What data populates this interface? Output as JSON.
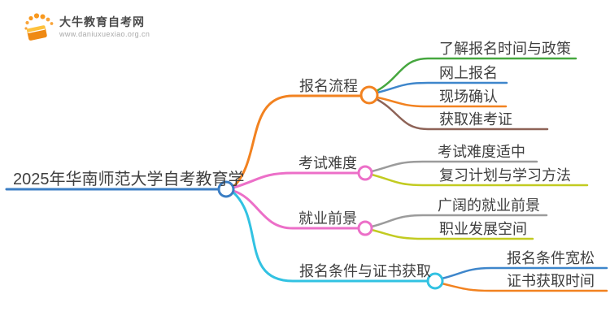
{
  "logo": {
    "title": "大牛教育自考网",
    "url": "www.daniuxuexiao.org.cn",
    "icon": "book-icon",
    "brand_color": "#f7941d"
  },
  "mindmap": {
    "root": {
      "label": "2025年华南师范大学自考教育学",
      "color": "#3b7ec4"
    },
    "branches": [
      {
        "label": "报名流程",
        "color": "#f28220",
        "children": [
          {
            "label": "了解报名时间与政策",
            "color": "#46a73f"
          },
          {
            "label": "网上报名",
            "color": "#3e86cb"
          },
          {
            "label": "现场确认",
            "color": "#f28220"
          },
          {
            "label": "获取准考证",
            "color": "#8e6357"
          }
        ]
      },
      {
        "label": "考试难度",
        "color": "#ec6fc8",
        "children": [
          {
            "label": "考试难度适中",
            "color": "#9b9b9b"
          },
          {
            "label": "复习计划与学习方法",
            "color": "#c2cb21"
          }
        ]
      },
      {
        "label": "就业前景",
        "color": "#ec6fc8",
        "children": [
          {
            "label": "广阔的就业前景",
            "color": "#9b9b9b"
          },
          {
            "label": "职业发展空间",
            "color": "#c2cb21"
          }
        ]
      },
      {
        "label": "报名条件与证书获取",
        "color": "#32c2e2",
        "children": [
          {
            "label": "报名条件宽松",
            "color": "#3e86cb"
          },
          {
            "label": "证书获取时间",
            "color": "#f28220"
          }
        ]
      }
    ]
  }
}
